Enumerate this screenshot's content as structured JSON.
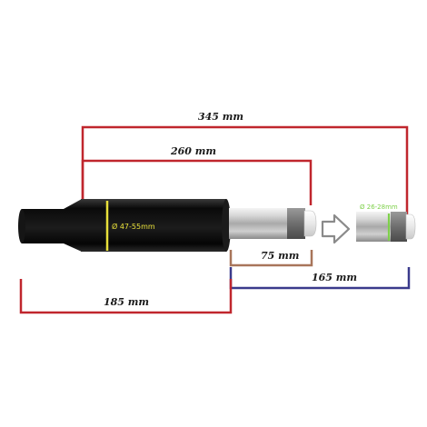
{
  "dimensions": {
    "overall_length": "345 mm",
    "body_length": "260 mm",
    "piston_exposed": "75 mm",
    "piston_length": "165 mm",
    "lower_body": "185 mm"
  },
  "diameters": {
    "body": "Ø 47-55mm",
    "piston": "Ø 26-28mm"
  },
  "colors": {
    "red_dimension": "#c0262d",
    "blue_dimension": "#3a3a8c",
    "brown_dimension": "#a8755a",
    "diameter_marker": "#e8e03a",
    "cylinder_body": "#111111",
    "chrome": "#c8c8c8"
  },
  "icons": {
    "arrow": "right-outline-arrow-icon"
  }
}
